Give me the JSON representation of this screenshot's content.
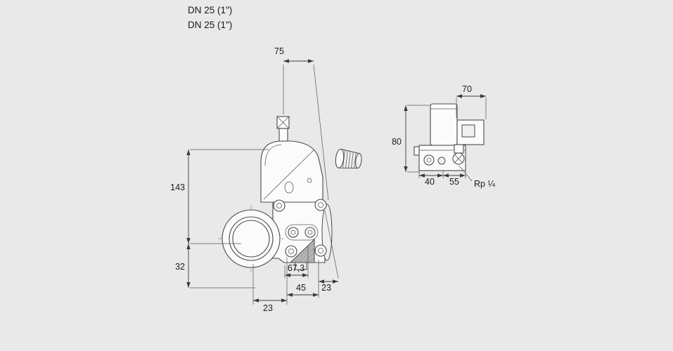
{
  "labels": {
    "dn1": "DN 25 (1\")",
    "dn2": "DN 25 (1\")"
  },
  "main": {
    "top_width": "75",
    "upper_height": "143",
    "lower_height": "32",
    "bottom_left": "23",
    "bottom_center": "45",
    "body_width": "67,3",
    "bottom_right": "23"
  },
  "side": {
    "top_width": "70",
    "left_height": "80",
    "bottom_left": "40",
    "bottom_right": "55",
    "thread": "Rp ¼"
  },
  "colors": {
    "background": "#e9e9e9",
    "outline": "#4a4a4a",
    "dimension": "#3a3a3a",
    "text": "#1a1a1a",
    "section_fill": "#b4b4b4"
  }
}
